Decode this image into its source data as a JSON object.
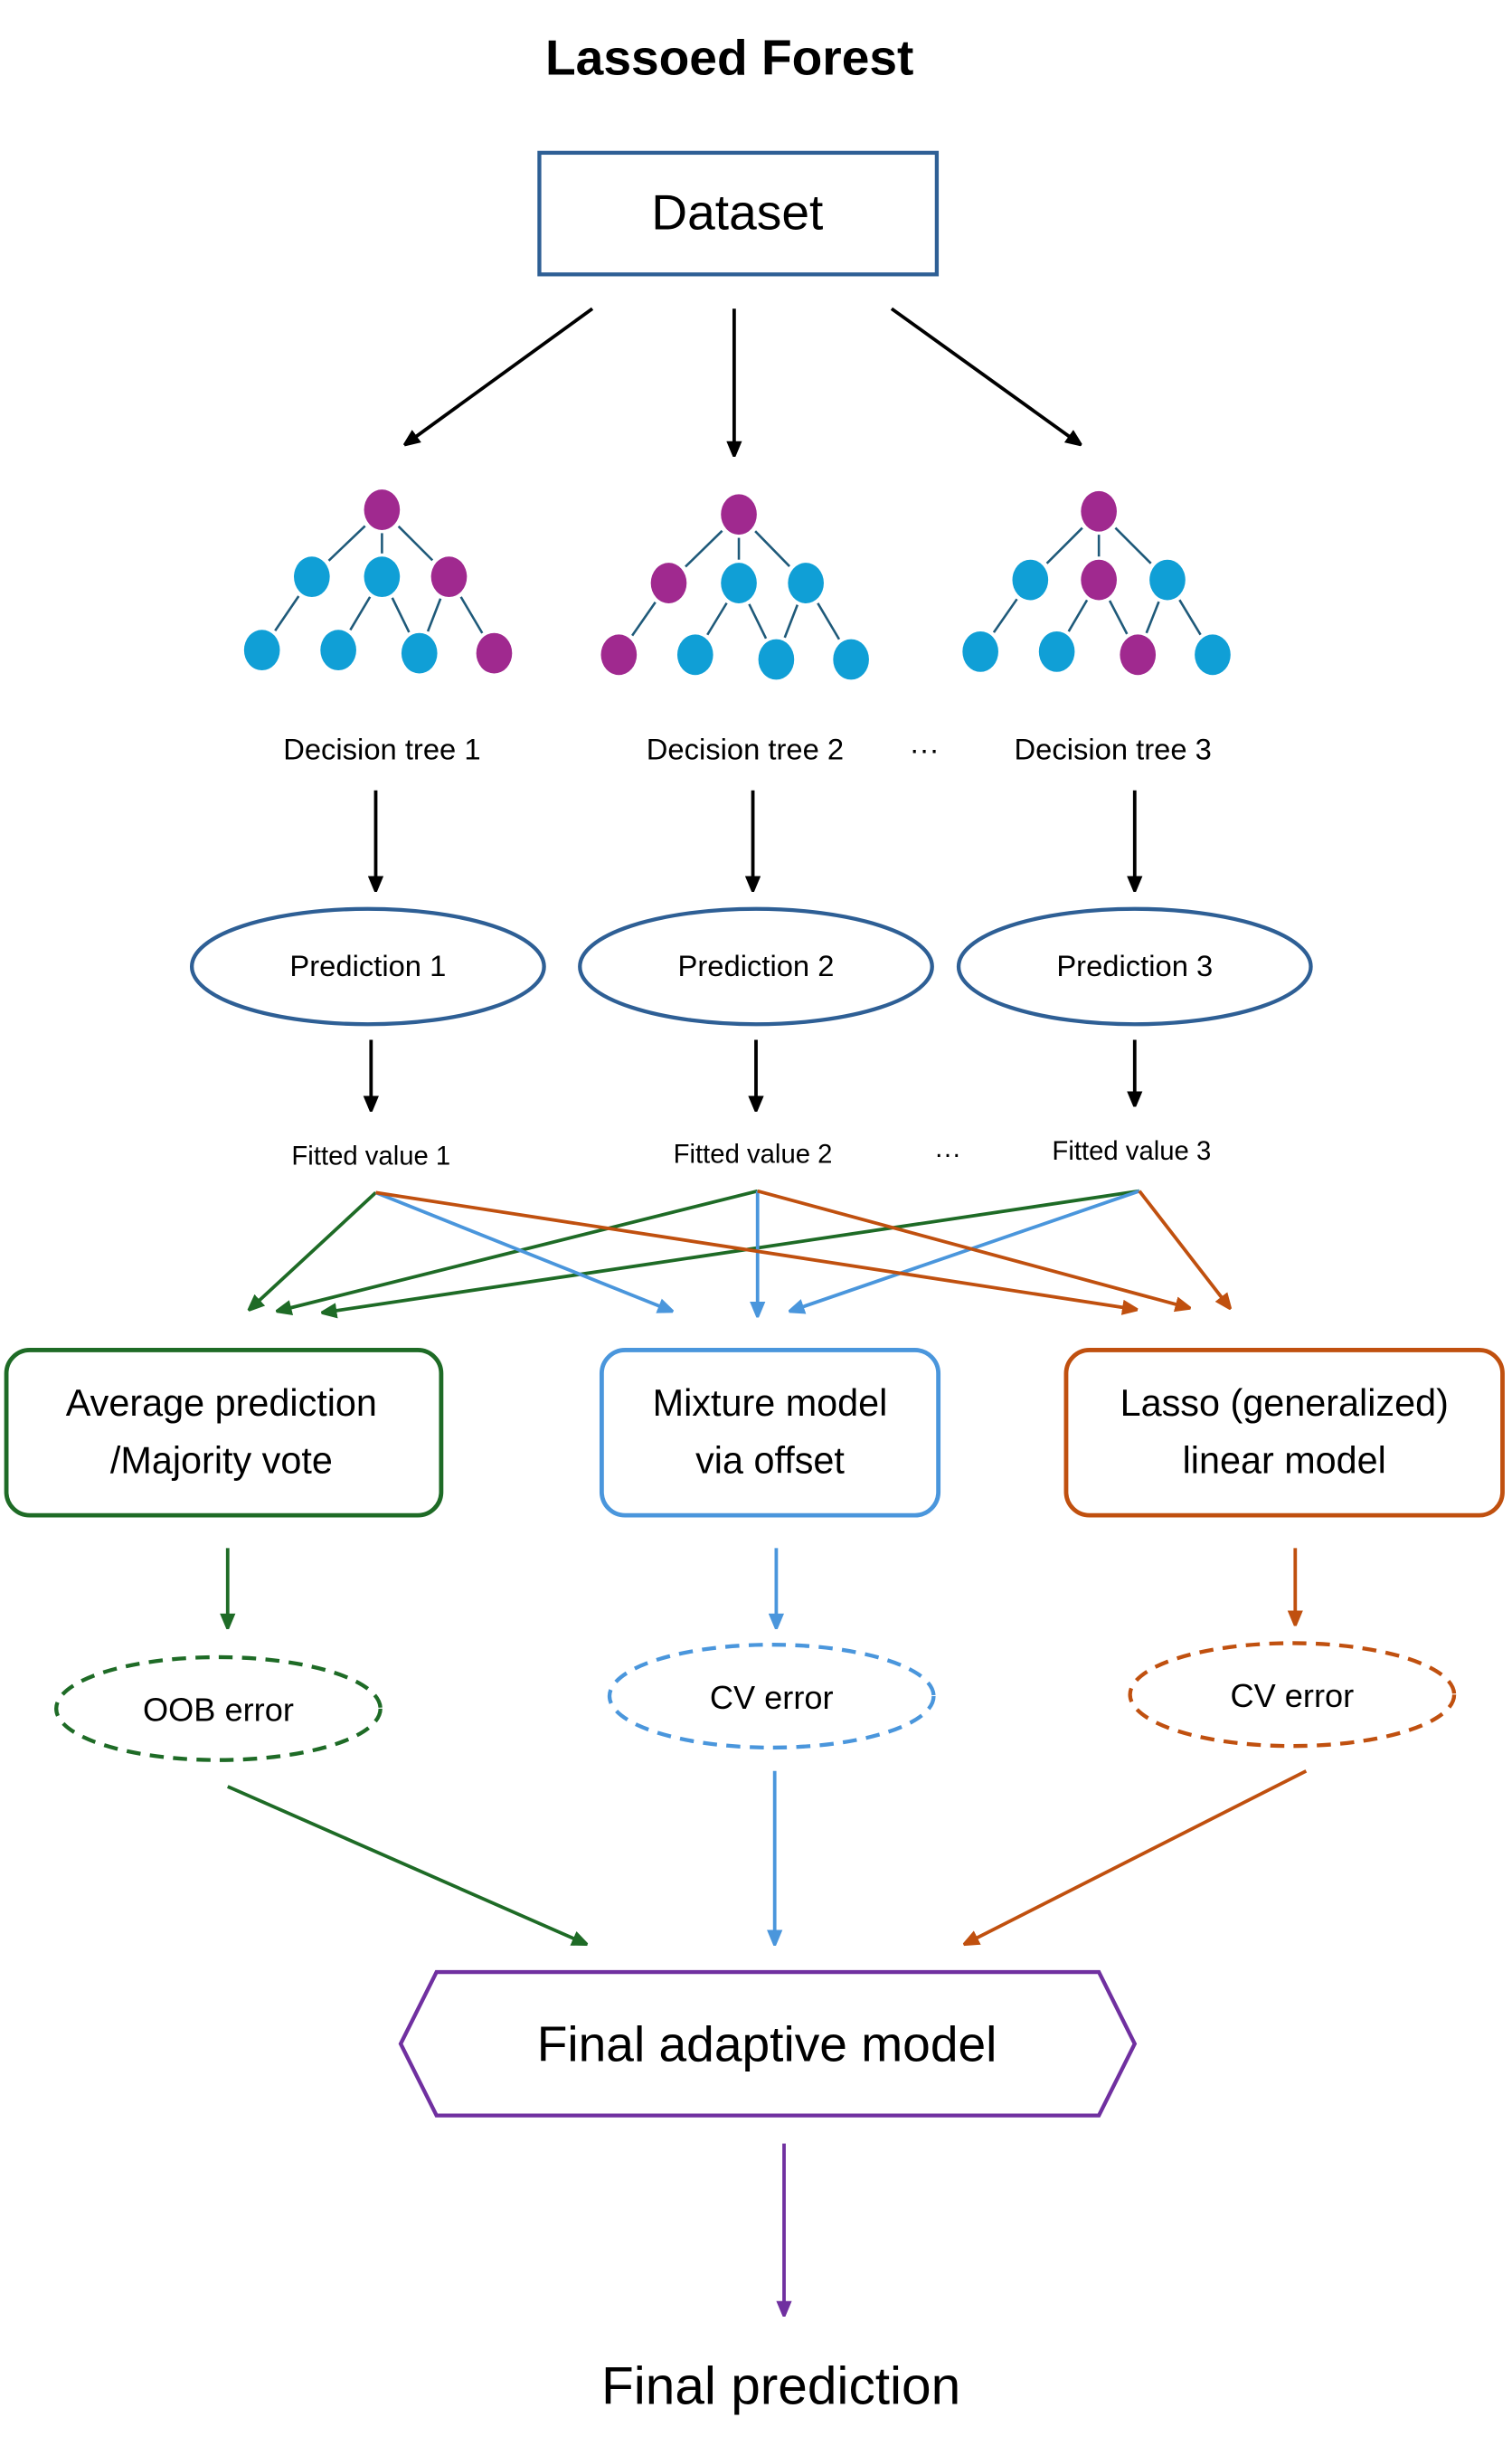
{
  "title": "Lassoed Forest",
  "dataset": "Dataset",
  "trees": [
    {
      "label": "Decision tree 1",
      "root": "purple",
      "mid": [
        "blue",
        "blue",
        "purple"
      ],
      "leaves": [
        "blue",
        "blue",
        "blue",
        "purple"
      ]
    },
    {
      "label": "Decision tree 2",
      "root": "purple",
      "mid": [
        "purple",
        "blue",
        "blue"
      ],
      "leaves": [
        "purple",
        "blue",
        "blue",
        "blue"
      ]
    },
    {
      "label": "Decision tree 3",
      "root": "purple",
      "mid": [
        "blue",
        "purple",
        "blue"
      ],
      "leaves": [
        "blue",
        "blue",
        "purple",
        "blue"
      ]
    }
  ],
  "ellipsis": "···",
  "predictions": [
    "Prediction 1",
    "Prediction 2",
    "Prediction 3"
  ],
  "fitted_values": [
    "Fitted value 1",
    "Fitted value 2",
    "Fitted value 3"
  ],
  "methods": [
    {
      "lines": [
        "Average prediction",
        "/Majority vote"
      ],
      "color": "#1e6b26"
    },
    {
      "lines": [
        "Mixture model",
        "via offset"
      ],
      "color": "#4a96dc"
    },
    {
      "lines": [
        "Lasso (generalized)",
        "linear model"
      ],
      "color": "#c0500f"
    }
  ],
  "errors": [
    "OOB error",
    "CV error",
    "CV error"
  ],
  "final_model": "Final adaptive model",
  "final_prediction": "Final prediction",
  "colors": {
    "node_purple": "#a0298f",
    "node_blue": "#109fd6",
    "box_blue": "#2e5f95",
    "final": "#7030a0",
    "edge": "#1f5a7a"
  }
}
